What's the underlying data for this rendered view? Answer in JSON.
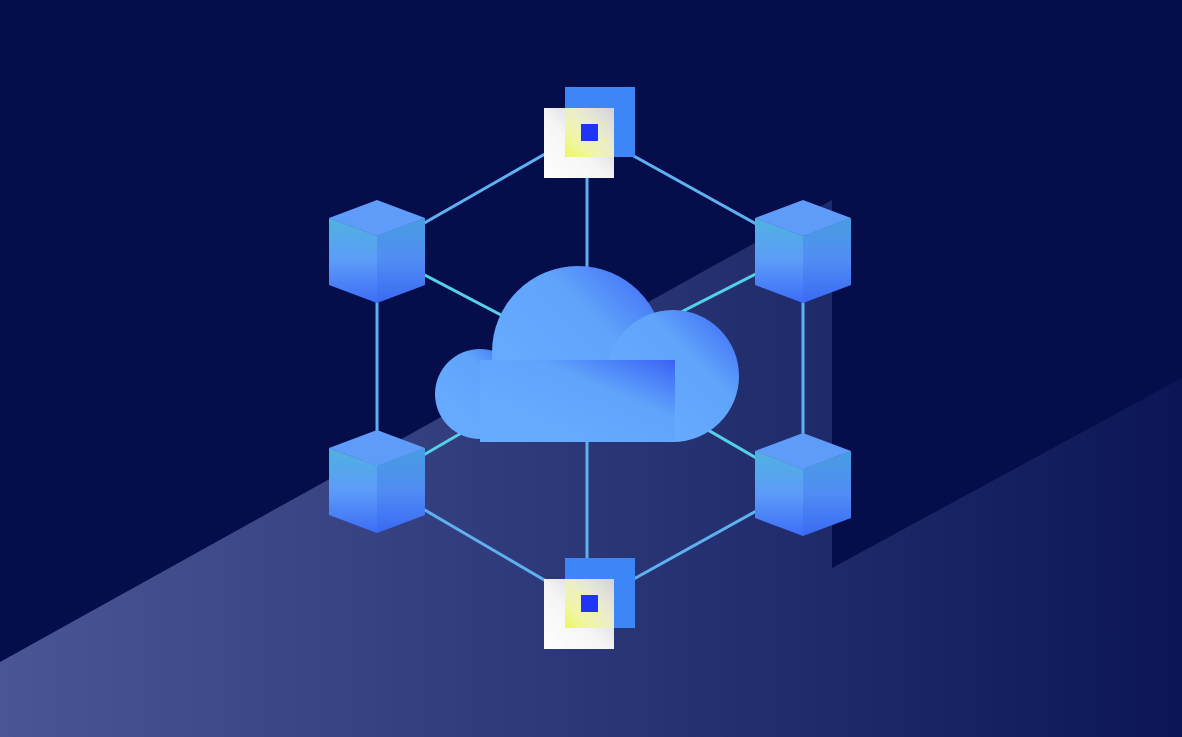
{
  "illustration": {
    "subject": "cloud-network-hub",
    "colors": {
      "background": "#050d4a",
      "band_light": "#4a5596",
      "band_dark": "#0c1656",
      "line": "#5fb0f0",
      "cloud": "#5fa3fb",
      "cube_top": "#5f9cf9",
      "cube_side": "#4fa9e6",
      "square_blue": "#3d86f8",
      "square_dot": "#1f34f5"
    },
    "nodes": [
      {
        "id": "top",
        "kind": "square"
      },
      {
        "id": "top-right",
        "kind": "cube"
      },
      {
        "id": "bottom-right",
        "kind": "cube"
      },
      {
        "id": "bottom",
        "kind": "square"
      },
      {
        "id": "bottom-left",
        "kind": "cube"
      },
      {
        "id": "top-left",
        "kind": "cube"
      }
    ]
  }
}
